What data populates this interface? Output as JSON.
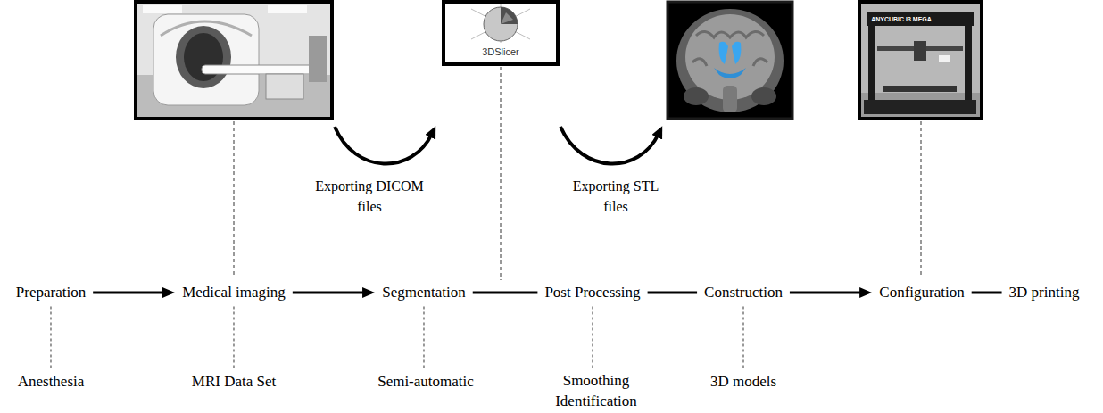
{
  "diagram": {
    "nodes": [
      {
        "text": [
          "Preparation"
        ]
      },
      {
        "text": [
          "Medical imaging"
        ]
      },
      {
        "text": [
          "Segmentation"
        ]
      },
      {
        "text": [
          "Post Processing"
        ]
      },
      {
        "text": [
          "Construction"
        ]
      },
      {
        "text": [
          "Configuration"
        ]
      },
      {
        "text": [
          "3D printing"
        ]
      },
      {
        "text": [
          "Anesthesia"
        ]
      },
      {
        "text": [
          "MRI Data Set"
        ]
      },
      {
        "text": [
          "Semi-automatic"
        ]
      },
      {
        "text": [
          "Smoothing Identification"
        ]
      },
      {
        "text": [
          "3D models"
        ]
      }
    ],
    "edges": [
      {
        "from": 0,
        "to": 1,
        "arrow": "to"
      },
      {
        "from": 1,
        "to": 2,
        "arrow": "to"
      },
      {
        "from": 2,
        "to": 3,
        "arrow": "none"
      },
      {
        "from": 3,
        "to": 4,
        "arrow": "none"
      },
      {
        "from": 4,
        "to": 5,
        "arrow": "to"
      },
      {
        "from": 5,
        "to": 6,
        "arrow": "none"
      },
      {
        "from": 0,
        "to": 7,
        "arrow": "none"
      },
      {
        "from": 1,
        "to": 8,
        "arrow": "none"
      },
      {
        "from": 2,
        "to": 9,
        "arrow": "none"
      },
      {
        "from": 3,
        "to": 10,
        "arrow": "none"
      },
      {
        "from": 4,
        "to": 11,
        "arrow": "none"
      }
    ],
    "labels": [
      "3DSlicer",
      "ANYCUBIC I3 MEGA",
      "Exporting DICOM files",
      "Exporting STL files"
    ]
  }
}
